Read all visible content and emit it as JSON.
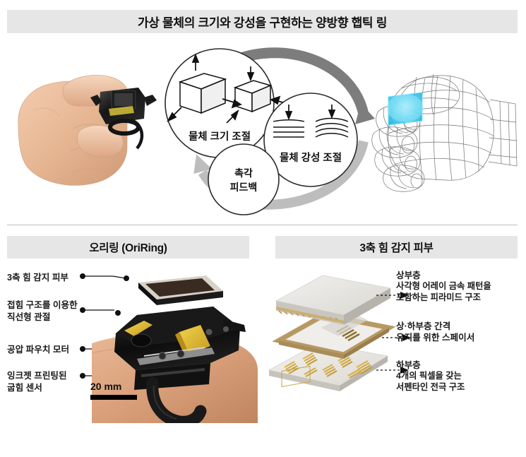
{
  "header": {
    "main_title": "가상 물체의 크기와 강성을 구현하는 양방향 햅틱 링"
  },
  "sections": {
    "left_title": "오리링 (OriRing)",
    "right_title": "3축 힘 감지 피부"
  },
  "top_panel": {
    "photo_caption": "hand-holding-oriring-photo",
    "cycle": {
      "node_size": "물체 크기 조절",
      "node_stiffness": "물체 강성 조절",
      "node_feedback": "촉각\n피드백"
    },
    "wireframe_hand": {
      "label": "wireframe-hand-grasping-cube",
      "cube_color": "#3bc6ea"
    }
  },
  "bottom_left": {
    "callouts": [
      "3축 힘 감지 피부",
      "접힘 구조를 이용한\n직선형 관절",
      "공압 파우치 모터",
      "잉크젯 프린팅된\n굽힘 센서"
    ],
    "scale_bar": "20 mm"
  },
  "bottom_right": {
    "layers": [
      {
        "title": "상부층",
        "body": "사각형 어레이 금속 패턴을\n포함하는 피라미드 구조"
      },
      {
        "title": "상·하부층 간격\n유지를 위한 스페이서",
        "body": ""
      },
      {
        "title": "하부층",
        "body": "4개의 픽셀을 갖는\n서펜타인 전극 구조"
      }
    ]
  },
  "colors": {
    "bar_bg": "#e6e6e6",
    "text": "#1a1a1a",
    "arrow_dark": "#7d7d7d",
    "arrow_light": "#bdbdbd",
    "accent_cube": "#3bc6ea",
    "device_gold": "#c9a24a"
  }
}
